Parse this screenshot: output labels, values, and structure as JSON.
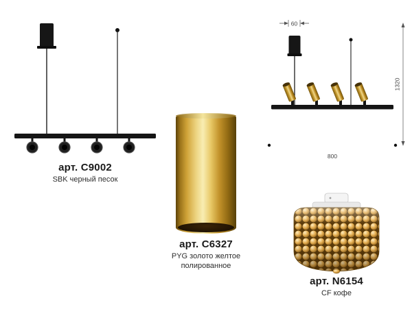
{
  "products": {
    "c9002": {
      "art": "арт. C9002",
      "finish": "SBK черный песок"
    },
    "c6327": {
      "art": "арт. C6327",
      "finish_line1": "PYG золото желтое",
      "finish_line2": "полированное"
    },
    "n6154": {
      "art": "арт. N6154",
      "finish": "CF кофе"
    }
  },
  "dimensions": {
    "canopy_width_mm": "60",
    "drop_height_mm": "1320",
    "bar_length_mm": "800"
  },
  "colors": {
    "fixture_black": "#161616",
    "gold": "#c9952c",
    "crystal_amber": "#d9a84e",
    "text": "#1a1a1a"
  }
}
